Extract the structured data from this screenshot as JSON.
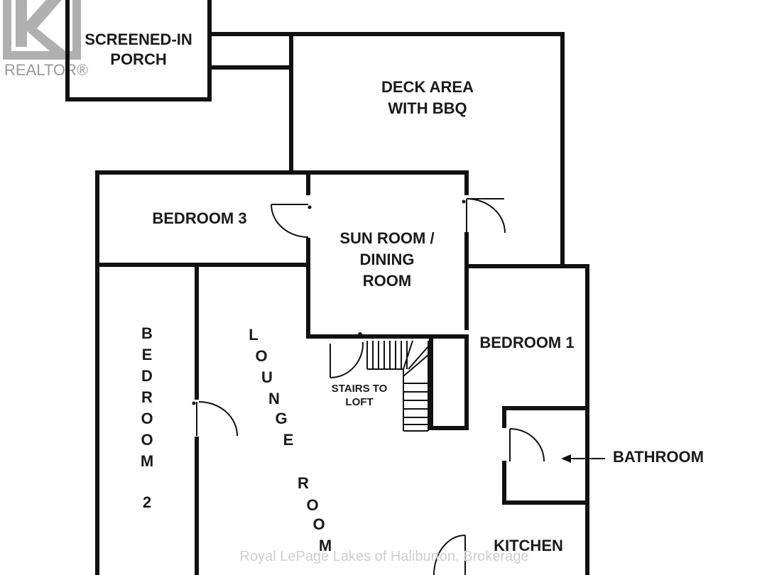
{
  "watermark": {
    "brand": "REALTOR®",
    "credit": "Royal LePage Lakes of Haliburton, Brokerage"
  },
  "rooms": {
    "porch": [
      "SCREENED-IN",
      "PORCH"
    ],
    "deck": [
      "DECK AREA",
      "WITH BBQ"
    ],
    "bedroom3": "BEDROOM 3",
    "sunroom": [
      "SUN ROOM /",
      "DINING",
      "ROOM"
    ],
    "bedroom1": "BEDROOM 1",
    "bedroom2_vertical": [
      "B",
      "E",
      "D",
      "R",
      "O",
      "O",
      "M",
      "2"
    ],
    "lounge_vertical": [
      "L",
      "O",
      "U",
      "N",
      "G",
      "E",
      "R",
      "O",
      "O",
      "M"
    ],
    "stairs": [
      "STAIRS TO",
      "LOFT"
    ],
    "bathroom": "BATHROOM",
    "kitchen": "KITCHEN"
  }
}
